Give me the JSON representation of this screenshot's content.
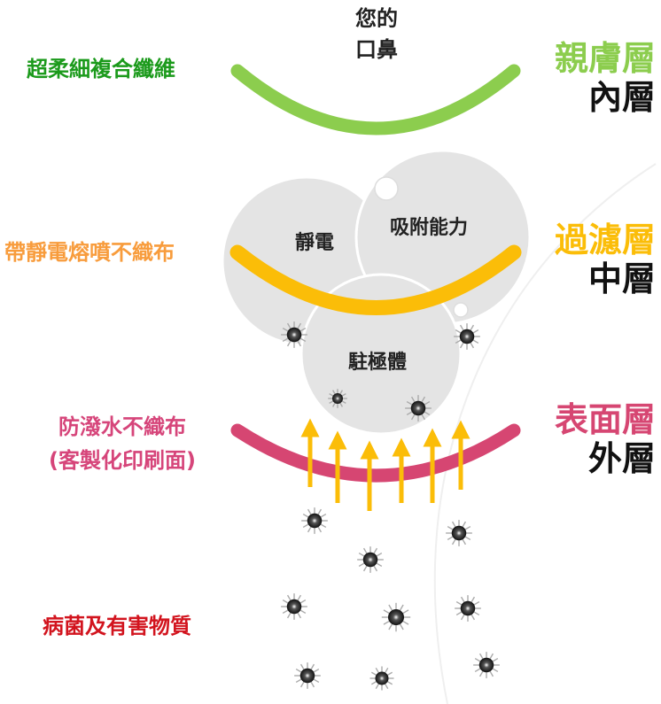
{
  "top_label": {
    "line1": "您的",
    "line2": "口鼻"
  },
  "colors": {
    "inner": "#8ccd4e",
    "middle": "#fbbd08",
    "outer": "#d64672",
    "inner_text": "#1b9a1b",
    "middle_text": "#f89c3c",
    "outer_text": "#d6457a",
    "germ_text": "#d2141e",
    "circle_fill": "#e4e4e4",
    "circle_stroke": "#ffffff"
  },
  "layers": [
    {
      "id": "inner",
      "material": "超柔細複合纖維",
      "name": "親膚層",
      "position": "內層"
    },
    {
      "id": "middle",
      "material": "帶靜電熔噴不織布",
      "name": "過濾層",
      "position": "中層"
    },
    {
      "id": "outer",
      "material_line1": "防潑水不織布",
      "material_line2": "(客製化印刷面)",
      "name": "表面層",
      "position": "外層"
    }
  ],
  "circles": {
    "static": "靜電",
    "adsorption": "吸附能力",
    "electret": "駐極體"
  },
  "germs_label": "病菌及有害物質",
  "icons": {
    "particle": "germ-particle-icon",
    "arrow": "up-arrow-icon"
  }
}
